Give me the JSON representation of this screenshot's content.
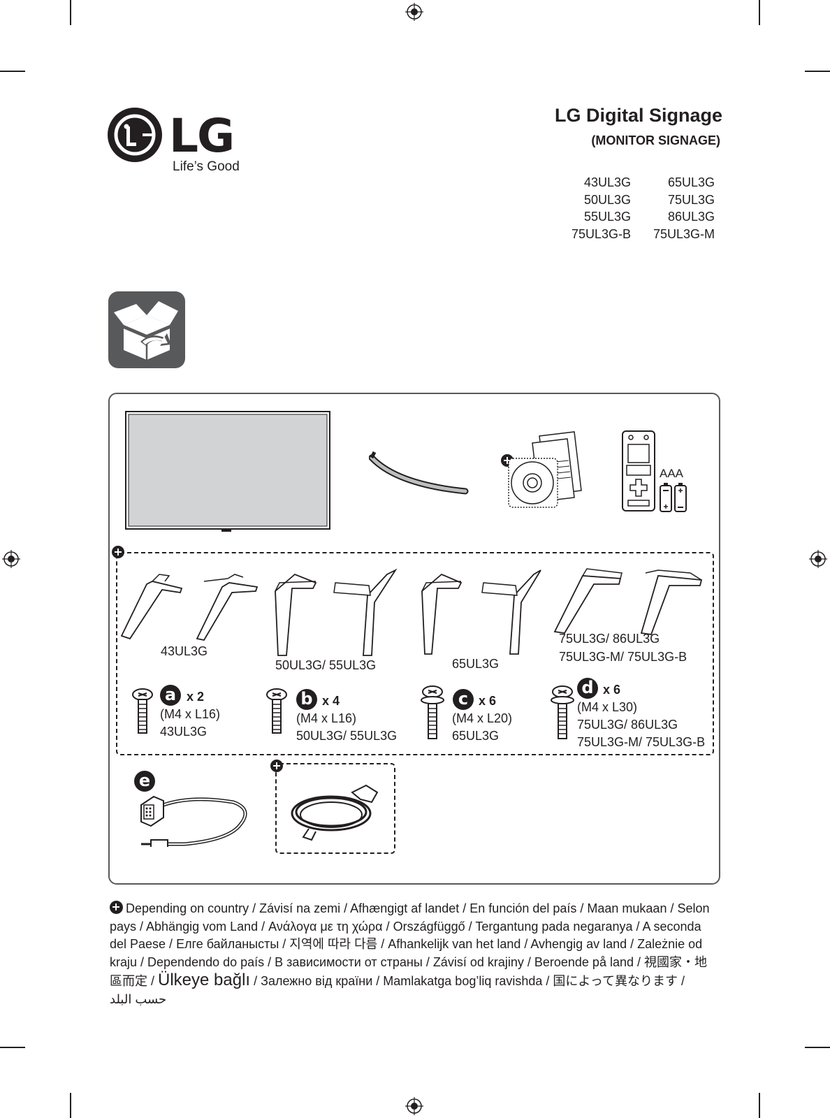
{
  "brand": {
    "name": "LG",
    "tagline": "Life’s Good"
  },
  "header": {
    "title": "LG Digital Signage",
    "subtitle": "(MONITOR SIGNAGE)",
    "models_left": [
      "43UL3G",
      "50UL3G",
      "55UL3G",
      "75UL3G-B"
    ],
    "models_right": [
      "65UL3G",
      "75UL3G",
      "86UL3G",
      "75UL3G-M"
    ]
  },
  "accessories": {
    "battery_label": "AAA",
    "stands": [
      {
        "label": "43UL3G"
      },
      {
        "label": "50UL3G/ 55UL3G"
      },
      {
        "label": "65UL3G"
      },
      {
        "label_1": "75UL3G/ 86UL3G",
        "label_2": "75UL3G-M/ 75UL3G-B"
      }
    ],
    "screws": [
      {
        "badge": "a",
        "qty": "x 2",
        "size": "(M4 x L16)",
        "models": "43UL3G"
      },
      {
        "badge": "b",
        "qty": "x 4",
        "size": "(M4 x L16)",
        "models": "50UL3G/ 55UL3G"
      },
      {
        "badge": "c",
        "qty": "x 6",
        "size": "(M4 x L20)",
        "models": "65UL3G"
      },
      {
        "badge": "d",
        "qty": "x 6",
        "size": "(M4 x L30)",
        "models": "75UL3G/ 86UL3G",
        "models_2": "75UL3G-M/ 75UL3G-B"
      }
    ],
    "cable_badge": "e"
  },
  "footer": {
    "part1": "Depending on country / Závisí na zemi / Afhængigt af landet / En función del país / Maan mukaan / Selon pays / Abhängig vom Land / ",
    "greek": "Ανάλογα με τη χώρα",
    "part2": " / Országfüggő / Tergantung pada negaranya / A seconda del Paese / ",
    "kazakh": "Елге байланысты",
    "part3": " / 지역에 따라 다름 / Afhankelijk van het land / Avhengig av land / Zależnie od kraju / Dependendo do país / ",
    "russian": "В зависимости от страны",
    "part4": " / Závisí od krajiny / Beroende på land / 視國家・地區而定 / ",
    "turkish": "Ülkeye bağlı",
    "part5": " / ",
    "ukrainian": "Залежно від країни",
    "part6": " / Mamlakatga bog’liq ravishda / 国によって異なります / ",
    "arabic": "حسب البلد"
  }
}
